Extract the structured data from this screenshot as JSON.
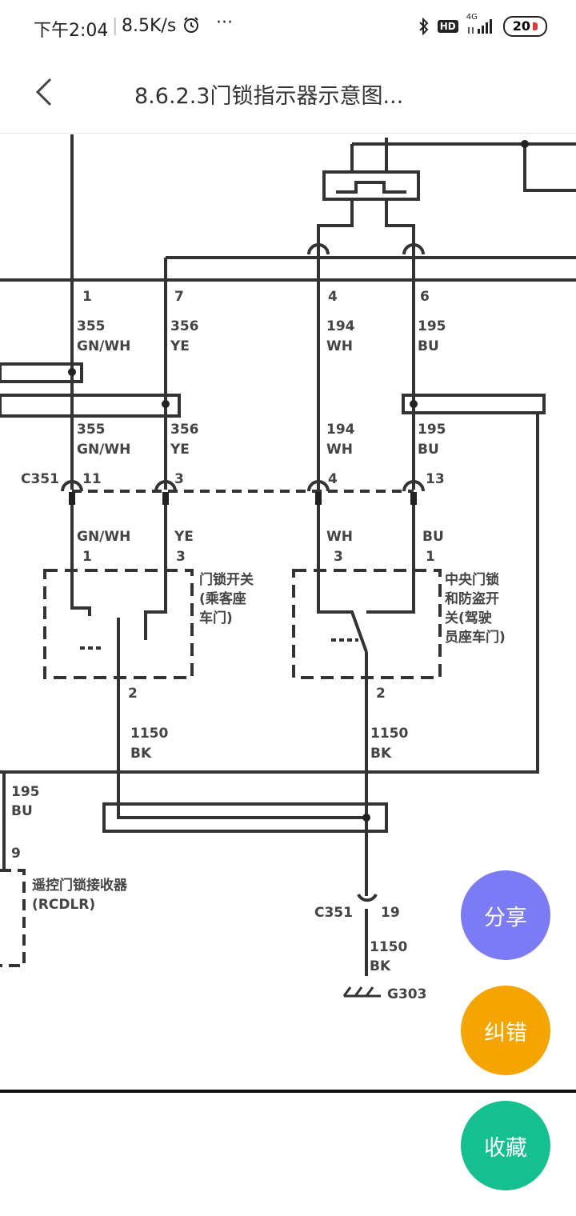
{
  "status": {
    "time": "下午2:04",
    "speed": "8.5K/s",
    "more": "···",
    "network": "4G",
    "battery": "20"
  },
  "header": {
    "title": "8.6.2.3门锁指示器示意图..."
  },
  "diagram": {
    "pins": [
      "1",
      "7",
      "4",
      "6"
    ],
    "wires": [
      {
        "num": "355",
        "color": "GN/WH"
      },
      {
        "num": "356",
        "color": "YE"
      },
      {
        "num": "194",
        "color": "WH"
      },
      {
        "num": "195",
        "color": "BU"
      }
    ],
    "wires_lower": [
      {
        "num": "355",
        "color": "GN/WH"
      },
      {
        "num": "356",
        "color": "YE"
      },
      {
        "num": "194",
        "color": "WH"
      },
      {
        "num": "195",
        "color": "BU"
      }
    ],
    "connector": "C351",
    "connector_pins": [
      "11",
      "3",
      "4",
      "13"
    ],
    "switch_colors": [
      "GN/WH",
      "YE",
      "WH",
      "BU"
    ],
    "switch_pins": [
      "1",
      "3",
      "3",
      "1"
    ],
    "switch_left": [
      "门锁开关",
      "(乘客座",
      "车门)"
    ],
    "switch_right": [
      "中央门锁",
      "和防盗开",
      "关(驾驶",
      "员座车门)"
    ],
    "switch_bottom_pin": "2",
    "ground_wire": {
      "num": "1150",
      "color": "BK"
    },
    "receiver_wire": {
      "num": "195",
      "color": "BU"
    },
    "receiver_pin": "9",
    "receiver_label": [
      "遥控门锁接收器",
      "(RCDLR)"
    ],
    "connector2": "C351",
    "connector2_pin": "19",
    "ground": "G303"
  },
  "actions": {
    "share": "分享",
    "correct": "纠错",
    "favorite": "收藏"
  }
}
